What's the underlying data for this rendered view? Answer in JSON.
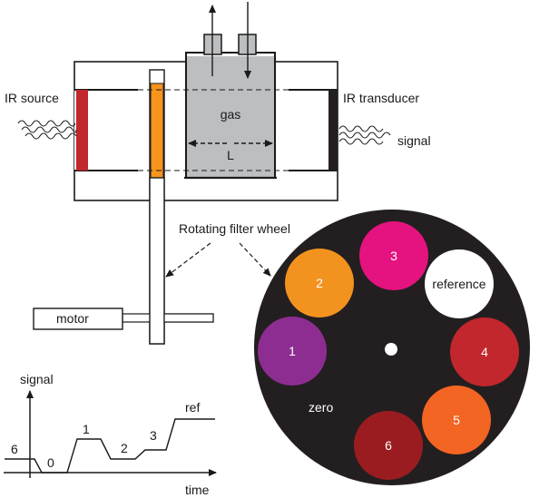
{
  "labels": {
    "ir_source": "IR source",
    "ir_transducer": "IR transducer",
    "gas": "gas",
    "path_length": "L",
    "signal_out": "signal",
    "filter_wheel": "Rotating filter wheel",
    "motor": "motor"
  },
  "wheel": {
    "filters": [
      {
        "id": "3",
        "label": "3",
        "color": "#e5137f"
      },
      {
        "id": "2",
        "label": "2",
        "color": "#f3931f"
      },
      {
        "id": "reference",
        "label": "reference",
        "color": "#ffffff"
      },
      {
        "id": "1",
        "label": "1",
        "color": "#8e2d91"
      },
      {
        "id": "4",
        "label": "4",
        "color": "#c1272d"
      },
      {
        "id": "5",
        "label": "5",
        "color": "#f26522"
      },
      {
        "id": "6",
        "label": "6",
        "color": "#9b1c20"
      }
    ],
    "zero_label": "zero",
    "wheel_color": "#231f20"
  },
  "plot": {
    "ylabel": "signal",
    "xlabel": "time",
    "step_labels": {
      "s6": "6",
      "s0": "0",
      "s1": "1",
      "s2": "2",
      "s3": "3",
      "ref": "ref"
    }
  },
  "colors": {
    "source": "#c1272d",
    "filter_strip": "#f7941d",
    "gas_cell": "#bcbec0",
    "transducer": "#231f20"
  }
}
